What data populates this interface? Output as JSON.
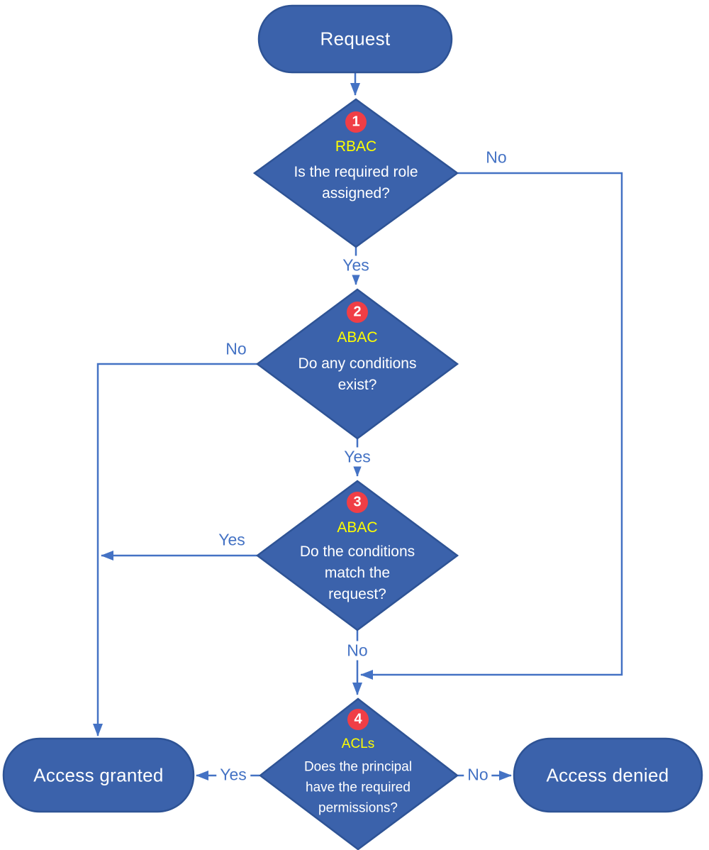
{
  "diagram_type": "flowchart",
  "colors": {
    "shape_fill": "#3b62ab",
    "shape_border": "#2e5395",
    "connector": "#4472c4",
    "edge_label_text": "#4472c4",
    "tag_text": "#ffff00",
    "badge_fill": "#f03e46",
    "node_text": "#ffffff"
  },
  "nodes": {
    "request": {
      "label": "Request"
    },
    "decision1": {
      "number": "1",
      "tag": "RBAC",
      "question": "Is the required role\nassigned?"
    },
    "decision2": {
      "number": "2",
      "tag": "ABAC",
      "question": "Do any conditions\nexist?"
    },
    "decision3": {
      "number": "3",
      "tag": "ABAC",
      "question": "Do the conditions\nmatch the\nrequest?"
    },
    "decision4": {
      "number": "4",
      "tag": "ACLs",
      "question": "Does the principal\nhave the required\npermissions?"
    },
    "access_granted": {
      "label": "Access granted"
    },
    "access_denied": {
      "label": "Access denied"
    }
  },
  "edges": {
    "d1_yes": "Yes",
    "d1_no": "No",
    "d2_yes": "Yes",
    "d2_no": "No",
    "d3_yes": "Yes",
    "d3_no": "No",
    "d4_yes": "Yes",
    "d4_no": "No"
  }
}
